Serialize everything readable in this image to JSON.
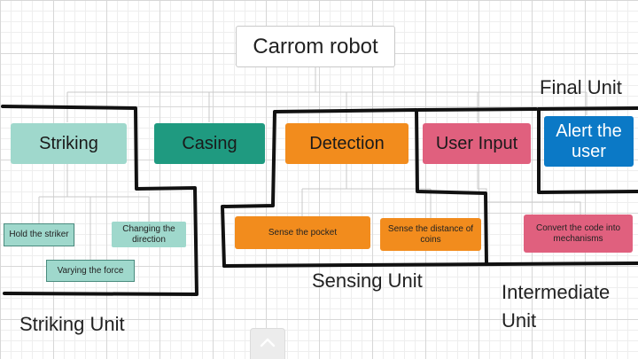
{
  "root": {
    "label": "Carrom robot"
  },
  "categories": {
    "striking": {
      "label": "Striking",
      "color": "#9fd8cc"
    },
    "casing": {
      "label": "Casing",
      "color": "#1f9a80"
    },
    "detection": {
      "label": "Detection",
      "color": "#f28c1d"
    },
    "user_input": {
      "label": "User Input",
      "color": "#e0607e"
    },
    "alert": {
      "label": "Alert the user",
      "color": "#0b79c6"
    }
  },
  "striking_children": {
    "hold": "Hold the striker",
    "changing": "Changing the direction",
    "varying": "Varying the force"
  },
  "detection_children": {
    "pocket": "Sense the pocket",
    "distance": "Sense the distance of coins"
  },
  "user_input_children": {
    "convert": "Convert the code into mechanisms"
  },
  "units": {
    "striking": "Striking Unit",
    "sensing": "Sensing Unit",
    "intermediate": "Intermediate Unit",
    "final": "Final Unit"
  },
  "controls": {
    "collapse_icon": "chevron-up-icon"
  }
}
